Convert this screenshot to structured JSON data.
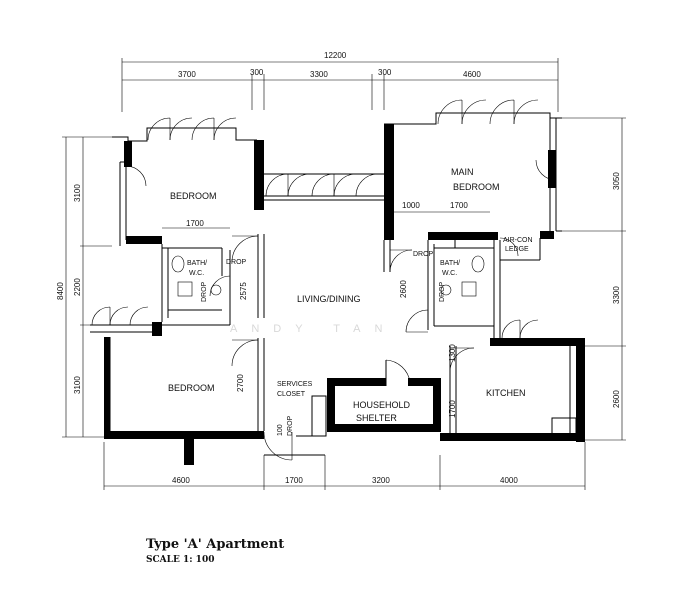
{
  "title": "Type 'A' Apartment",
  "scale": "SCALE  1: 100",
  "watermark": "ANDY TAN",
  "rooms": {
    "bedroom_top": "BEDROOM",
    "main_bedroom_1": "MAIN",
    "main_bedroom_2": "BEDROOM",
    "living_dining": "LIVING/DINING",
    "bath_left_1": "BATH/",
    "bath_left_2": "W.C.",
    "bath_right_1": "BATH/",
    "bath_right_2": "W.C.",
    "bedroom_bottom": "BEDROOM",
    "services_1": "SERVICES",
    "services_2": "CLOSET",
    "shelter_1": "HOUSEHOLD",
    "shelter_2": "SHELTER",
    "kitchen": "KITCHEN",
    "aircon_1": "AIR-CON",
    "aircon_2": "LEDGE",
    "drop": "DROP"
  },
  "dimensions": {
    "top_total": "12200",
    "top_1": "3700",
    "top_2": "300",
    "top_3": "3300",
    "top_4": "300",
    "top_5": "4600",
    "left_total": "8400",
    "left_1": "3100",
    "left_2": "2200",
    "left_3": "3100",
    "right_1": "3050",
    "right_2": "3300",
    "right_3": "2600",
    "bottom_1": "4600",
    "bottom_2": "1700",
    "bottom_3": "3200",
    "bottom_4": "4000",
    "inner_1700_left": "1700",
    "inner_1000": "1000",
    "inner_1700_right": "1700",
    "inner_2575": "2575",
    "inner_2600": "2600",
    "inner_2700": "2700",
    "inner_1300": "1300",
    "inner_1700_kitchen": "1700",
    "inner_100": "100"
  }
}
